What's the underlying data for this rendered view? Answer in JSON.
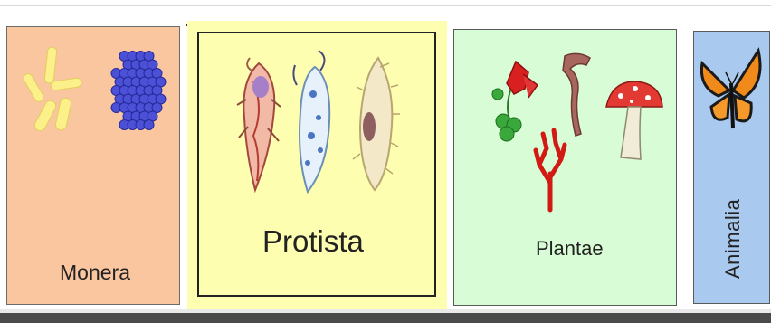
{
  "kingdoms": [
    {
      "name": "Monera",
      "color": "#f9c69f"
    },
    {
      "name": "Protista",
      "color": "#fefeb0"
    },
    {
      "name": "Plantae",
      "color": "#d8fcd5"
    },
    {
      "name": "Animalia",
      "color": "#a9c9ef"
    }
  ],
  "icons": {
    "monera": [
      "bacilli-rods-icon",
      "cocci-cluster-icon"
    ],
    "protista": [
      "euglena-icon",
      "flagellate-icon",
      "paramecium-icon"
    ],
    "plantae": [
      "flower-icon",
      "seaweed-icon",
      "mushroom-icon",
      "red-algae-icon"
    ],
    "animalia": [
      "butterfly-icon"
    ]
  }
}
